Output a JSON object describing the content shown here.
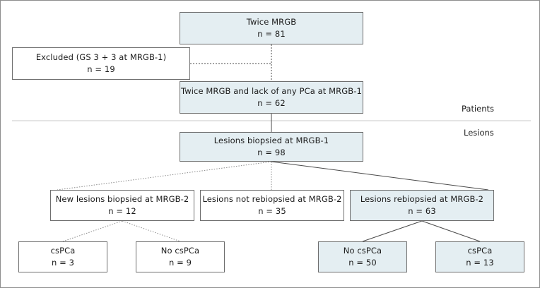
{
  "figure": {
    "type": "flowchart",
    "title": "",
    "background": "#ffffff",
    "border_color": "#8d8d8d",
    "fill_color": "#e4eef2",
    "plain_color": "#ffffff",
    "node_border_color": "#6e6e6e",
    "connector_color": "#4a4a4a",
    "divider_color": "#c9c9c9"
  },
  "section_labels": {
    "patients": "Patients",
    "lesions": "Lesions"
  },
  "nodes": {
    "twice_mrgb": {
      "line1": "Twice MRGB",
      "line2": "n = 81"
    },
    "excluded": {
      "line1": "Excluded (GS 3 + 3 at MRGB-1)",
      "line2": "n = 19"
    },
    "no_pca": {
      "line1": "Twice MRGB and lack of any PCa at MRGB-1",
      "line2": "n = 62"
    },
    "lesions_biopsied": {
      "line1": "Lesions biopsied at MRGB-1",
      "line2": "n = 98"
    },
    "new_lesions": {
      "line1": "New lesions biopsied at MRGB-2",
      "line2": "n = 12"
    },
    "not_rebiopsied": {
      "line1": "Lesions not rebiopsied at MRGB-2",
      "line2": "n = 35"
    },
    "rebiopsied": {
      "line1": "Lesions rebiopsied at MRGB-2",
      "line2": "n = 63"
    },
    "new_cspca": {
      "line1": "csPCa",
      "line2": "n = 3"
    },
    "new_no_cspca": {
      "line1": "No csPCa",
      "line2": "n = 9"
    },
    "rebx_no_cspca": {
      "line1": "No csPCa",
      "line2": "n = 50"
    },
    "rebx_cspca": {
      "line1": "csPCa",
      "line2": "n = 13"
    }
  },
  "chart_data": {
    "type": "flowchart",
    "counts": {
      "Twice MRGB": 81,
      "Excluded (GS 3 + 3 at MRGB-1)": 19,
      "Twice MRGB and lack of any PCa at MRGB-1": 62,
      "Lesions biopsied at MRGB-1": 98,
      "New lesions biopsied at MRGB-2": 12,
      "Lesions not rebiopsied at MRGB-2": 35,
      "Lesions rebiopsied at MRGB-2": 63,
      "csPCa (new lesions)": 3,
      "No csPCa (new lesions)": 9,
      "No csPCa (rebiopsied)": 50,
      "csPCa (rebiopsied)": 13
    }
  }
}
